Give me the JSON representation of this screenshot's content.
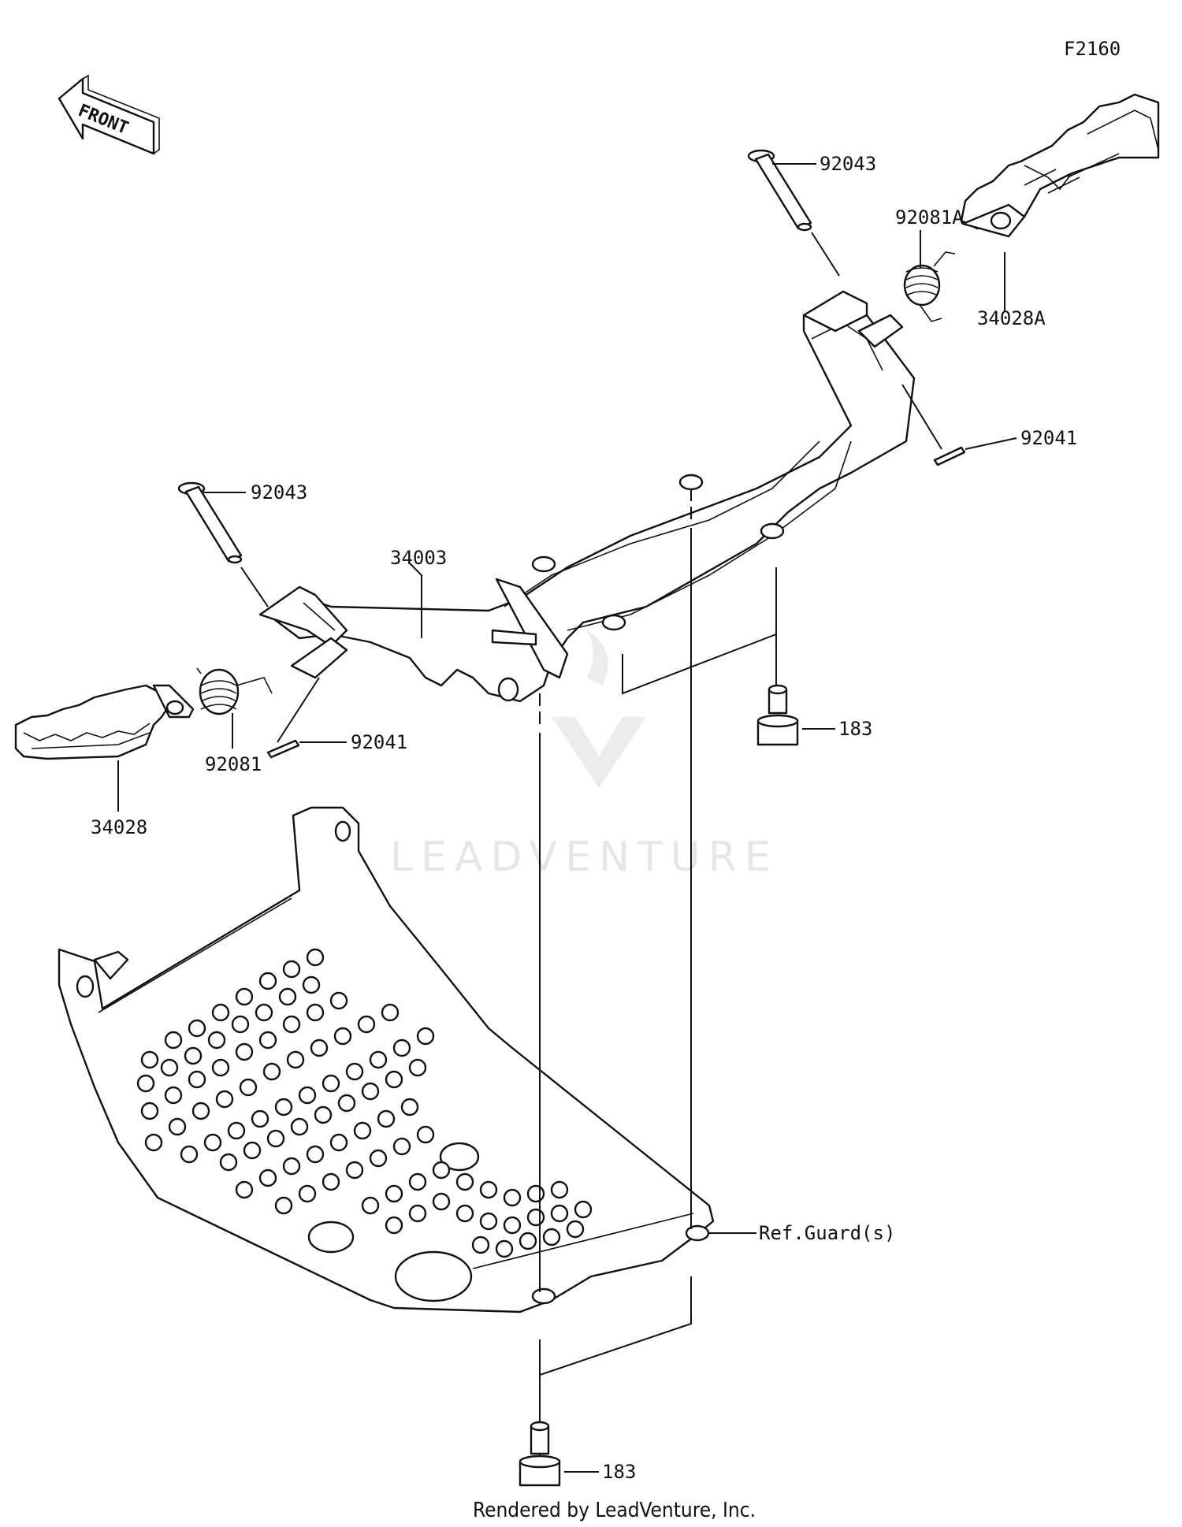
{
  "diagram_code": "F2160",
  "front_label": "FRONT",
  "watermark": "LEADVENTURE",
  "footer": "Rendered by LeadVenture, Inc.",
  "callouts": {
    "pin_right": "92043",
    "spring_right": "92081A",
    "footpeg_right": "34028A",
    "cotter_right": "92041",
    "pin_left": "92043",
    "bracket": "34003",
    "bolt_upper": "183",
    "spring_left": "92081",
    "cotter_left": "92041",
    "footpeg_left": "34028",
    "ref_guard": "Ref.Guard(s)",
    "bolt_lower": "183"
  }
}
